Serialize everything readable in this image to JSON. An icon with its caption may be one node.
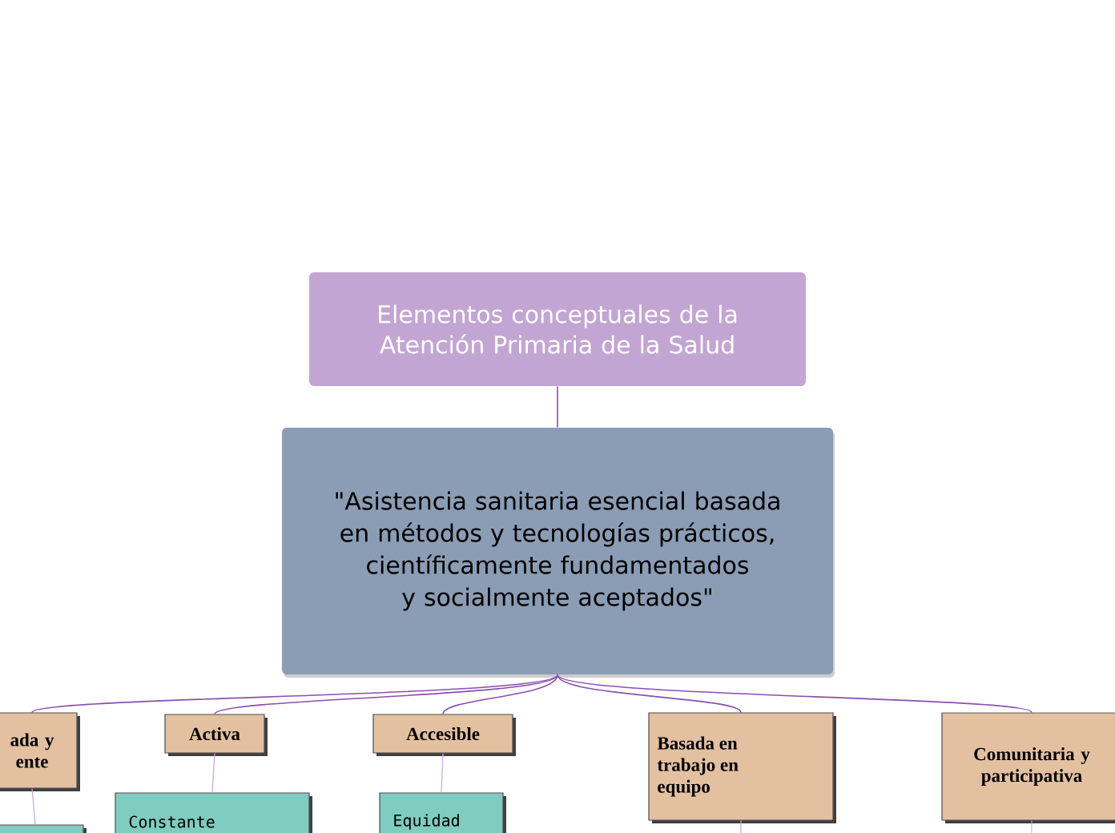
{
  "diagram": {
    "nodes": [
      {
        "text": [
          "Elementos conceptuales de la Atención Primaria de la Salud"
        ]
      },
      {
        "text": [
          "\"Asistencia sanitaria esencial basada en métodos y tecnologías prácticos, científicamente fundamentados y socialmente aceptados\""
        ]
      },
      {
        "text": [
          "ada y ente"
        ]
      },
      {
        "text": [
          "Activa"
        ]
      },
      {
        "text": [
          "Accesible"
        ]
      },
      {
        "text": [
          "Basada en trabajo en equipo"
        ]
      },
      {
        "text": [
          "Comunitaria y participativa"
        ]
      },
      {
        "text": [],
        "shape": "box"
      },
      {
        "text": [
          "Constante"
        ]
      },
      {
        "text": [
          "Equidad"
        ]
      }
    ],
    "edges": [
      {
        "from": 0,
        "to": 1,
        "arrow": "none"
      },
      {
        "from": 1,
        "to": 2,
        "arrow": "none"
      },
      {
        "from": 1,
        "to": 3,
        "arrow": "none"
      },
      {
        "from": 1,
        "to": 4,
        "arrow": "none"
      },
      {
        "from": 1,
        "to": 5,
        "arrow": "none"
      },
      {
        "from": 1,
        "to": 6,
        "arrow": "none"
      },
      {
        "from": 2,
        "to": 7,
        "arrow": "none",
        "color": "#c9a8dc"
      },
      {
        "from": 3,
        "to": 8,
        "arrow": "none",
        "color": "#c9a8dc"
      },
      {
        "from": 4,
        "to": 9,
        "arrow": "none",
        "color": "#c9a8dc"
      },
      {
        "from": 5,
        "to": null,
        "arrow": "none",
        "color": "#c9a8dc"
      },
      {
        "from": 6,
        "to": null,
        "arrow": "none",
        "color": "#c9a8dc"
      }
    ]
  }
}
